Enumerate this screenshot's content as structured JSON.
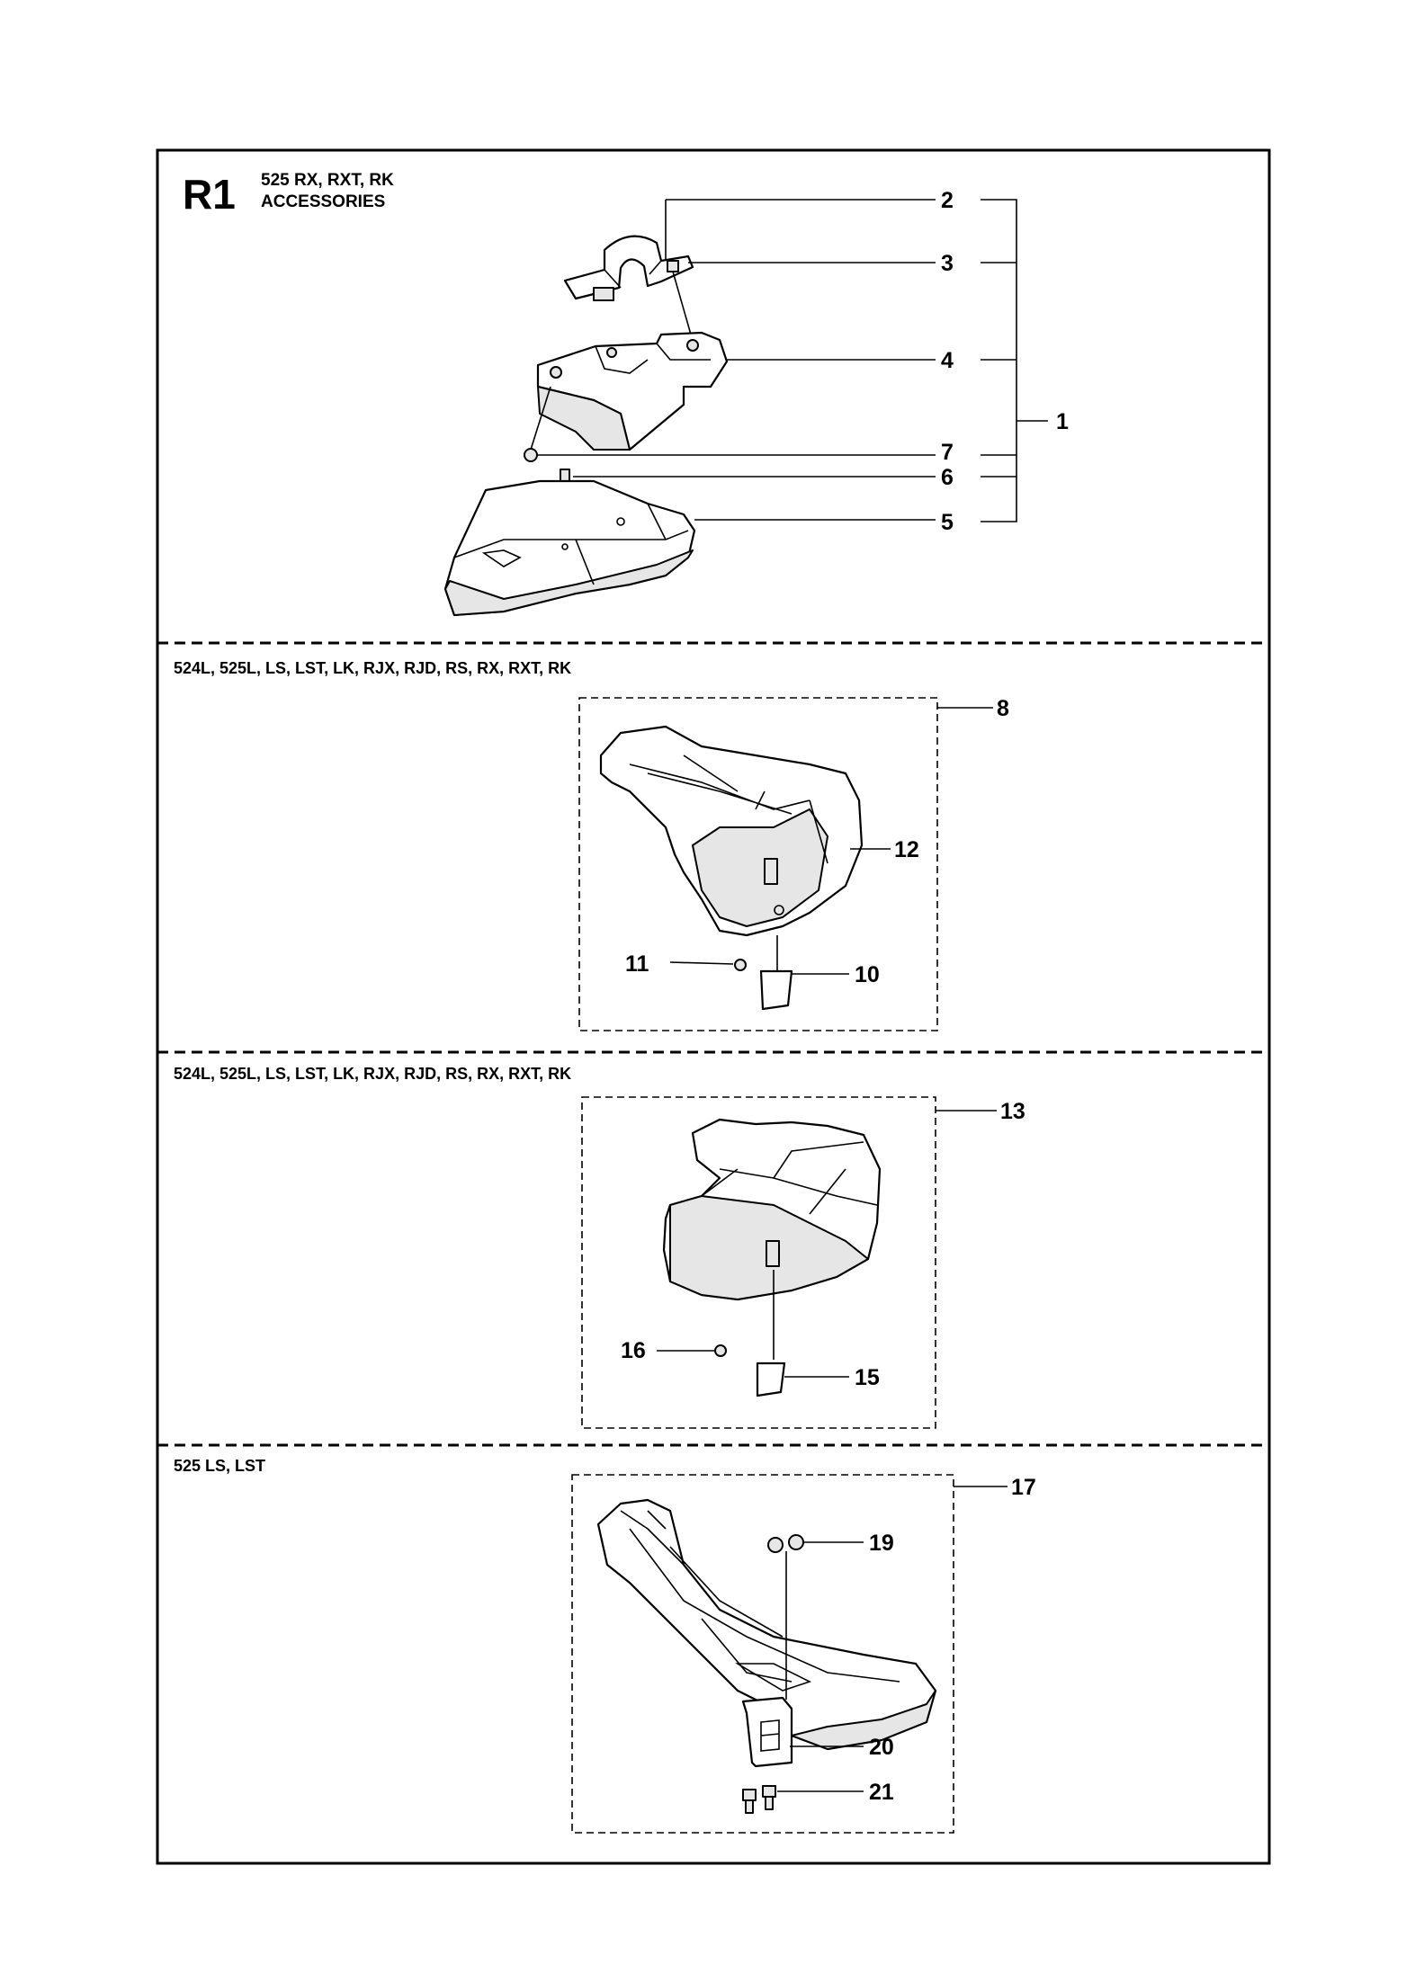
{
  "header": {
    "code": "R1",
    "model": "525 RX, RXT, RK",
    "title": "ACCESSORIES"
  },
  "sections": [
    {
      "label": ""
    },
    {
      "label": "524L, 525L, LS, LST, LK, RJX, RJD, RS, RX, RXT, RK"
    },
    {
      "label": "524L, 525L, LS, LST, LK, RJX, RJD, RS, RX, RXT, RK"
    },
    {
      "label": "525 LS, LST"
    }
  ],
  "parts": {
    "p1": "1",
    "p2": "2",
    "p3": "3",
    "p4": "4",
    "p5": "5",
    "p6": "6",
    "p7": "7",
    "p8": "8",
    "p10": "10",
    "p11": "11",
    "p12": "12",
    "p13": "13",
    "p15": "15",
    "p16": "16",
    "p17": "17",
    "p19": "19",
    "p20": "20",
    "p21": "21"
  }
}
